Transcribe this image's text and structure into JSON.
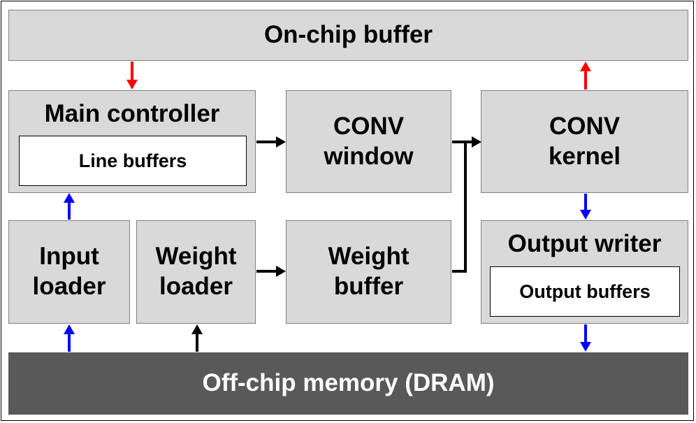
{
  "blocks": {
    "on_chip_buffer": "On-chip buffer",
    "main_controller": "Main controller",
    "line_buffers": "Line buffers",
    "conv_window": [
      "CONV",
      "window"
    ],
    "conv_kernel": [
      "CONV",
      "kernel"
    ],
    "input_loader": [
      "Input",
      "loader"
    ],
    "weight_loader": [
      "Weight",
      "loader"
    ],
    "weight_buffer": [
      "Weight",
      "buffer"
    ],
    "output_writer": "Output writer",
    "output_buffers": "Output buffers",
    "off_chip_memory": "Off-chip memory (DRAM)"
  },
  "colors": {
    "block_fill": "#d9d9d9",
    "block_border": "#7f7f7f",
    "dram_fill": "#595959",
    "arrow_red": "#ff0000",
    "arrow_blue": "#0000ff",
    "arrow_black": "#000000"
  }
}
